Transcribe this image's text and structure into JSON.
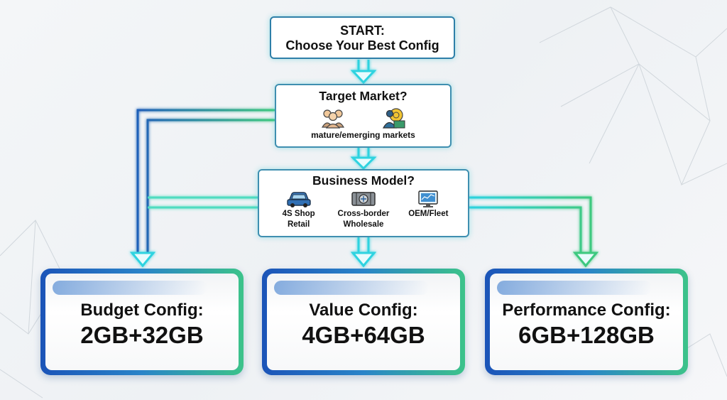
{
  "start": {
    "line1": "START:",
    "line2": "Choose Your Best Config"
  },
  "market": {
    "title": "Target Market?",
    "subtitle": "mature/emerging markets",
    "icons": [
      "people-group-icon",
      "globe-person-icon"
    ]
  },
  "business": {
    "title": "Business Model?",
    "options": [
      {
        "line1": "4S Shop",
        "line2": "Retail",
        "icon": "car-icon"
      },
      {
        "line1": "Cross-border",
        "line2": "Wholesale",
        "icon": "container-icon"
      },
      {
        "line1": "OEM/Fleet",
        "line2": "",
        "icon": "monitor-icon"
      }
    ]
  },
  "configs": [
    {
      "name": "Budget Config:",
      "spec": "2GB+32GB"
    },
    {
      "name": "Value Config:",
      "spec": "4GB+64GB"
    },
    {
      "name": "Performance Config:",
      "spec": "6GB+128GB"
    }
  ],
  "colors": {
    "arrow_blue": "#1f5fb8",
    "arrow_cyan": "#2ed3e0",
    "arrow_green": "#3ec97f",
    "node_border": "#3f8fb0"
  }
}
